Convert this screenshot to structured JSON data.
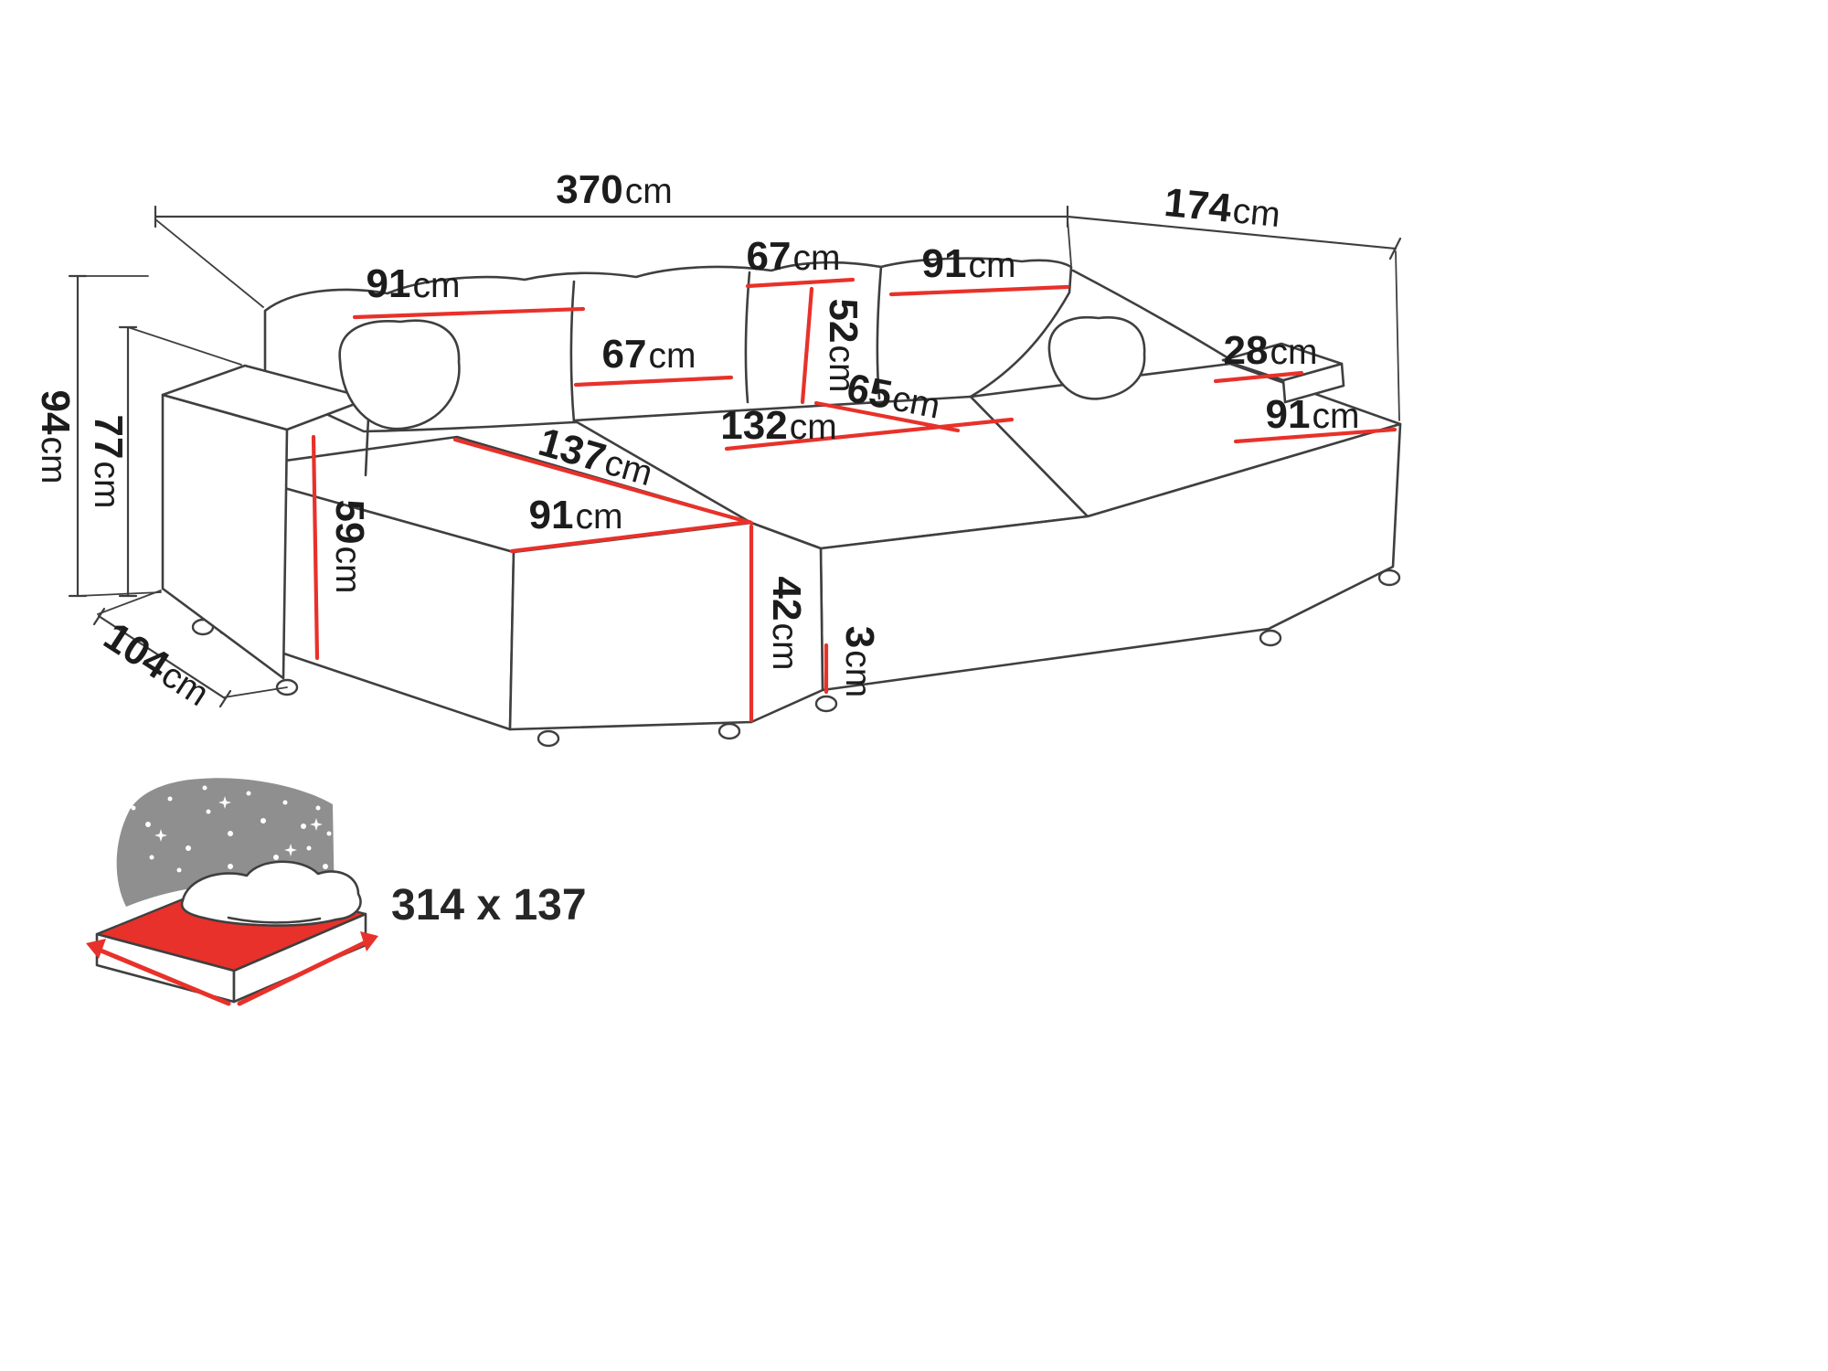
{
  "diagram": {
    "type": "sofa-dimension-diagram",
    "dimensions": {
      "total_width": {
        "value": "370",
        "unit": "cm"
      },
      "total_depth": {
        "value": "174",
        "unit": "cm"
      },
      "total_height": {
        "value": "94",
        "unit": "cm"
      },
      "backrest_height": {
        "value": "77",
        "unit": "cm"
      },
      "side_depth": {
        "value": "104",
        "unit": "cm"
      },
      "back_cushion_left_width": {
        "value": "91",
        "unit": "cm"
      },
      "back_cushion_top_width": {
        "value": "67",
        "unit": "cm"
      },
      "back_cushion_right_width": {
        "value": "91",
        "unit": "cm"
      },
      "back_cushion_height": {
        "value": "52",
        "unit": "cm"
      },
      "back_cushion_middle_width": {
        "value": "67",
        "unit": "cm"
      },
      "armrest_width": {
        "value": "28",
        "unit": "cm"
      },
      "corner_seat_depth": {
        "value": "65",
        "unit": "cm"
      },
      "middle_seat_width": {
        "value": "132",
        "unit": "cm"
      },
      "right_seat_width": {
        "value": "91",
        "unit": "cm"
      },
      "chaise_length": {
        "value": "137",
        "unit": "cm"
      },
      "chaise_width": {
        "value": "91",
        "unit": "cm"
      },
      "armrest_height": {
        "value": "59",
        "unit": "cm"
      },
      "seat_height": {
        "value": "42",
        "unit": "cm"
      },
      "leg_height": {
        "value": "3",
        "unit": "cm"
      }
    },
    "sleeping_area": {
      "label": "314 x 137"
    },
    "colors": {
      "dimension_red": "#e8312a",
      "outline_gray": "#3f3f3f",
      "text_black": "#1c1c1c",
      "headboard_gray": "#8f8f8f"
    }
  }
}
